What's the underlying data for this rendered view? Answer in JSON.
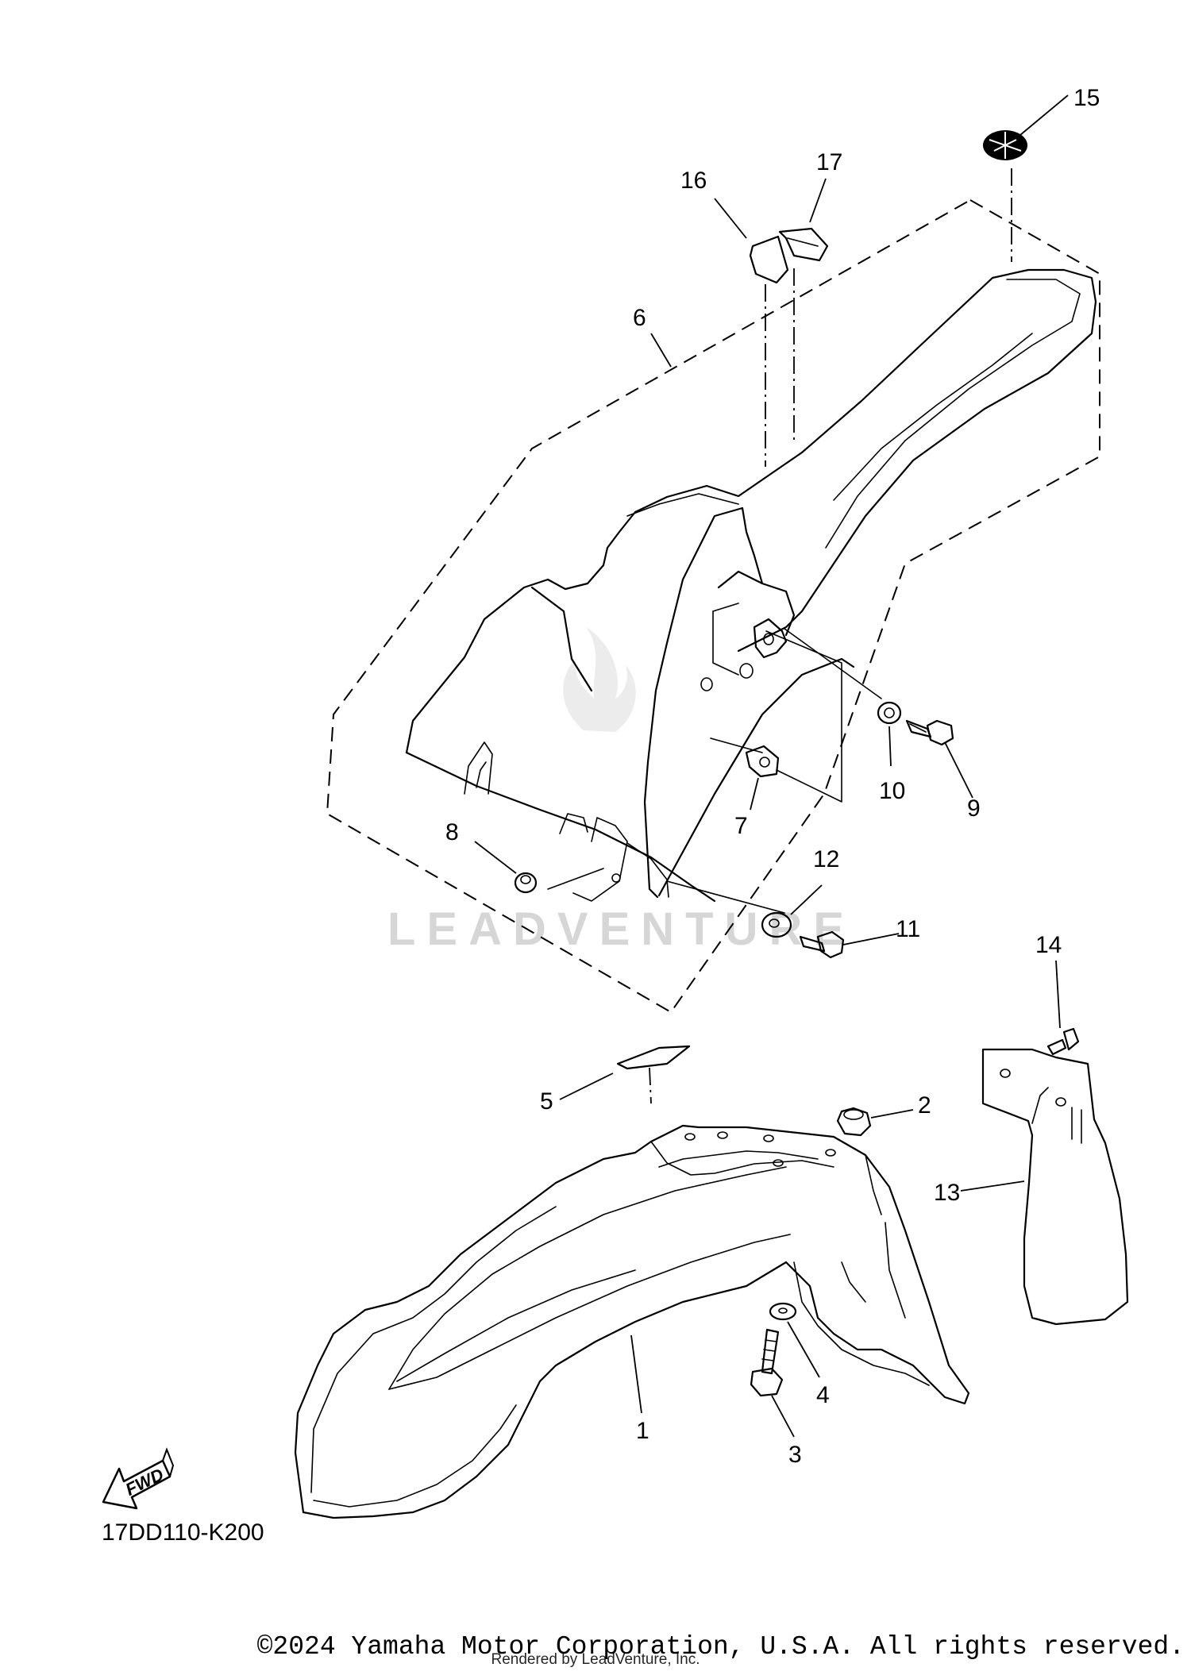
{
  "diagram": {
    "callouts": {
      "c1": "1",
      "c2": "2",
      "c3": "3",
      "c4": "4",
      "c5": "5",
      "c6": "6",
      "c7": "7",
      "c8": "8",
      "c9": "9",
      "c10": "10",
      "c11": "11",
      "c12": "12",
      "c13": "13",
      "c14": "14",
      "c15": "15",
      "c16": "16",
      "c17": "17"
    },
    "diagram_code": "17DD110-K200",
    "fwd_label": "FWD"
  },
  "watermark": {
    "text": "LEADVENTURE"
  },
  "footer": {
    "copyright": "©2024 Yamaha Motor Corporation, U.S.A. All rights reserved.",
    "rendered_by": "Rendered by LeadVenture, Inc."
  }
}
